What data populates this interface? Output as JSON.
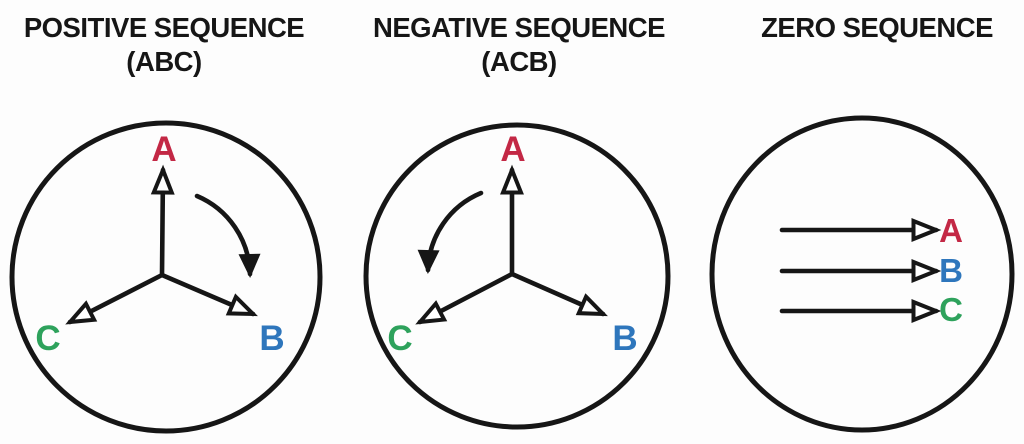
{
  "panels": [
    {
      "title": "POSITIVE SEQUENCE",
      "subtitle": "(ABC)",
      "rotation_icon": "clockwise-arc-arrow"
    },
    {
      "title": "NEGATIVE SEQUENCE",
      "subtitle": "(ACB)",
      "rotation_icon": "counterclockwise-arc-arrow"
    },
    {
      "title": "ZERO SEQUENCE",
      "arrows_icon": "three-parallel-right-arrows"
    }
  ],
  "phases": {
    "a": {
      "label": "A",
      "color": "#c32845"
    },
    "b": {
      "label": "B",
      "color": "#2e76bc"
    },
    "c": {
      "label": "C",
      "color": "#2ea25c"
    }
  },
  "diagram": {
    "line_color": "#161616",
    "background": "#fdfdfd"
  }
}
